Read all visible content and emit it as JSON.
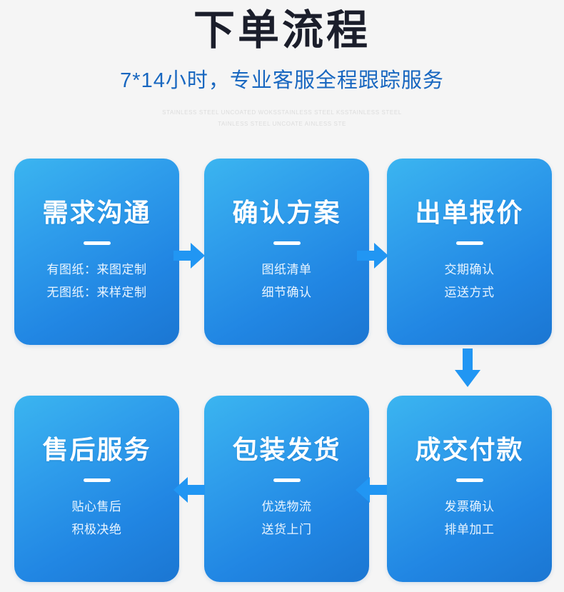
{
  "header": {
    "title": "下单流程",
    "subtitle": "7*14小时，专业客服全程跟踪服务",
    "eng_line_1": "STAINLESS STEEL UNCOATED WOKSSTAINLESS STEEL KSSTAINLESS STEEL",
    "eng_line_2": "TAINLESS STEEL UNCOATE AINLESS STE"
  },
  "colors": {
    "page_background": "#f5f5f5",
    "title": "#1b1e2b",
    "subtitle": "#1867c0",
    "eng_text": "#dcdcdc",
    "card_gradient_start": "#3bb5f0",
    "card_gradient_end": "#1b76d2",
    "arrow": "#2196f3",
    "card_title": "#ffffff",
    "card_line": "#eaf5ff"
  },
  "steps": [
    {
      "index": 1,
      "title": "需求沟通",
      "lines": [
        "有图纸：来图定制",
        "无图纸：来样定制"
      ]
    },
    {
      "index": 2,
      "title": "确认方案",
      "lines": [
        "图纸清单",
        "细节确认"
      ]
    },
    {
      "index": 3,
      "title": "出单报价",
      "lines": [
        "交期确认",
        "运送方式"
      ]
    },
    {
      "index": 4,
      "title": "售后服务",
      "lines": [
        "贴心售后",
        "积极决绝"
      ]
    },
    {
      "index": 5,
      "title": "包装发货",
      "lines": [
        "优选物流",
        "送货上门"
      ]
    },
    {
      "index": 6,
      "title": "成交付款",
      "lines": [
        "发票确认",
        "排单加工"
      ]
    }
  ],
  "arrows": [
    {
      "id": "arrow-step1-to-step2",
      "direction": "right"
    },
    {
      "id": "arrow-step2-to-step3",
      "direction": "right"
    },
    {
      "id": "arrow-step3-to-step6",
      "direction": "down"
    },
    {
      "id": "arrow-step6-to-step5",
      "direction": "left"
    },
    {
      "id": "arrow-step5-to-step4",
      "direction": "left"
    }
  ],
  "flow_order": [
    "需求沟通",
    "确认方案",
    "出单报价",
    "成交付款",
    "包装发货",
    "售后服务"
  ]
}
